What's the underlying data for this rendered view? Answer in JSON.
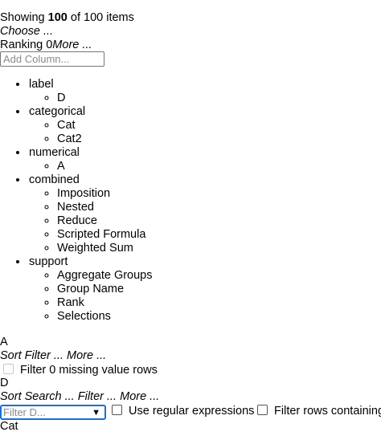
{
  "summary": {
    "showing_prefix": "Showing ",
    "showing_count": "100",
    "showing_suffix": " of 100 items"
  },
  "choose_label": "Choose ...",
  "ranking": {
    "label": "Ranking 0",
    "more": "More ..."
  },
  "add_column": {
    "placeholder": "Add Column..."
  },
  "column_menu": [
    {
      "group": "label",
      "items": [
        "D"
      ]
    },
    {
      "group": "categorical",
      "items": [
        "Cat",
        "Cat2"
      ]
    },
    {
      "group": "numerical",
      "items": [
        "A"
      ]
    },
    {
      "group": "combined",
      "items": [
        "Imposition",
        "Nested",
        "Reduce",
        "Scripted Formula",
        "Weighted Sum"
      ]
    },
    {
      "group": "support",
      "items": [
        "Aggregate Groups",
        "Group Name",
        "Rank",
        "Selections"
      ]
    }
  ],
  "column_a": {
    "name": "A",
    "actions": [
      "Sort",
      "Filter",
      "... More ..."
    ],
    "filter_missing_label": "Filter 0 missing value rows"
  },
  "column_d": {
    "name": "D",
    "actions": [
      "Sort",
      "Search",
      "...",
      "Filter",
      "... More ..."
    ],
    "filter_placeholder": "Filter D...",
    "regex_label": "Use regular expressions",
    "filter_rows_label": "Filter rows containing"
  },
  "column_cat": {
    "name": "Cat"
  }
}
